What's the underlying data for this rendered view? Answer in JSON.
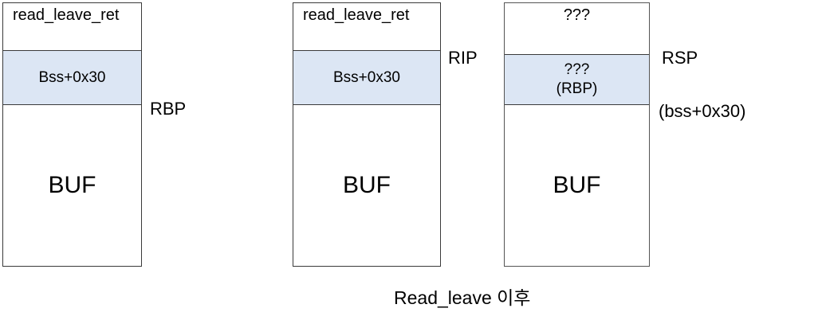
{
  "caption": "Read_leave 이후",
  "colors": {
    "highlight_fill": "#dce6f4",
    "border": "#3a3a3a",
    "text": "#000000",
    "background": "#ffffff"
  },
  "stacks": [
    {
      "id": "stack-before-1",
      "cells": {
        "top": "read_leave_ret",
        "highlight": "Bss+0x30",
        "highlight_sub": "",
        "buffer": "BUF"
      },
      "pointers": [
        {
          "name": "RBP",
          "label": "RBP"
        }
      ]
    },
    {
      "id": "stack-before-2",
      "cells": {
        "top": "read_leave_ret",
        "highlight": "Bss+0x30",
        "highlight_sub": "",
        "buffer": "BUF"
      },
      "pointers": [
        {
          "name": "RIP",
          "label": "RIP"
        }
      ]
    },
    {
      "id": "stack-after",
      "cells": {
        "top": "???",
        "highlight": "???",
        "highlight_sub": "(RBP)",
        "buffer": "BUF"
      },
      "pointers": [
        {
          "name": "RSP",
          "label": "RSP"
        },
        {
          "name": "bss-address",
          "label": "(bss+0x30)"
        }
      ]
    }
  ]
}
